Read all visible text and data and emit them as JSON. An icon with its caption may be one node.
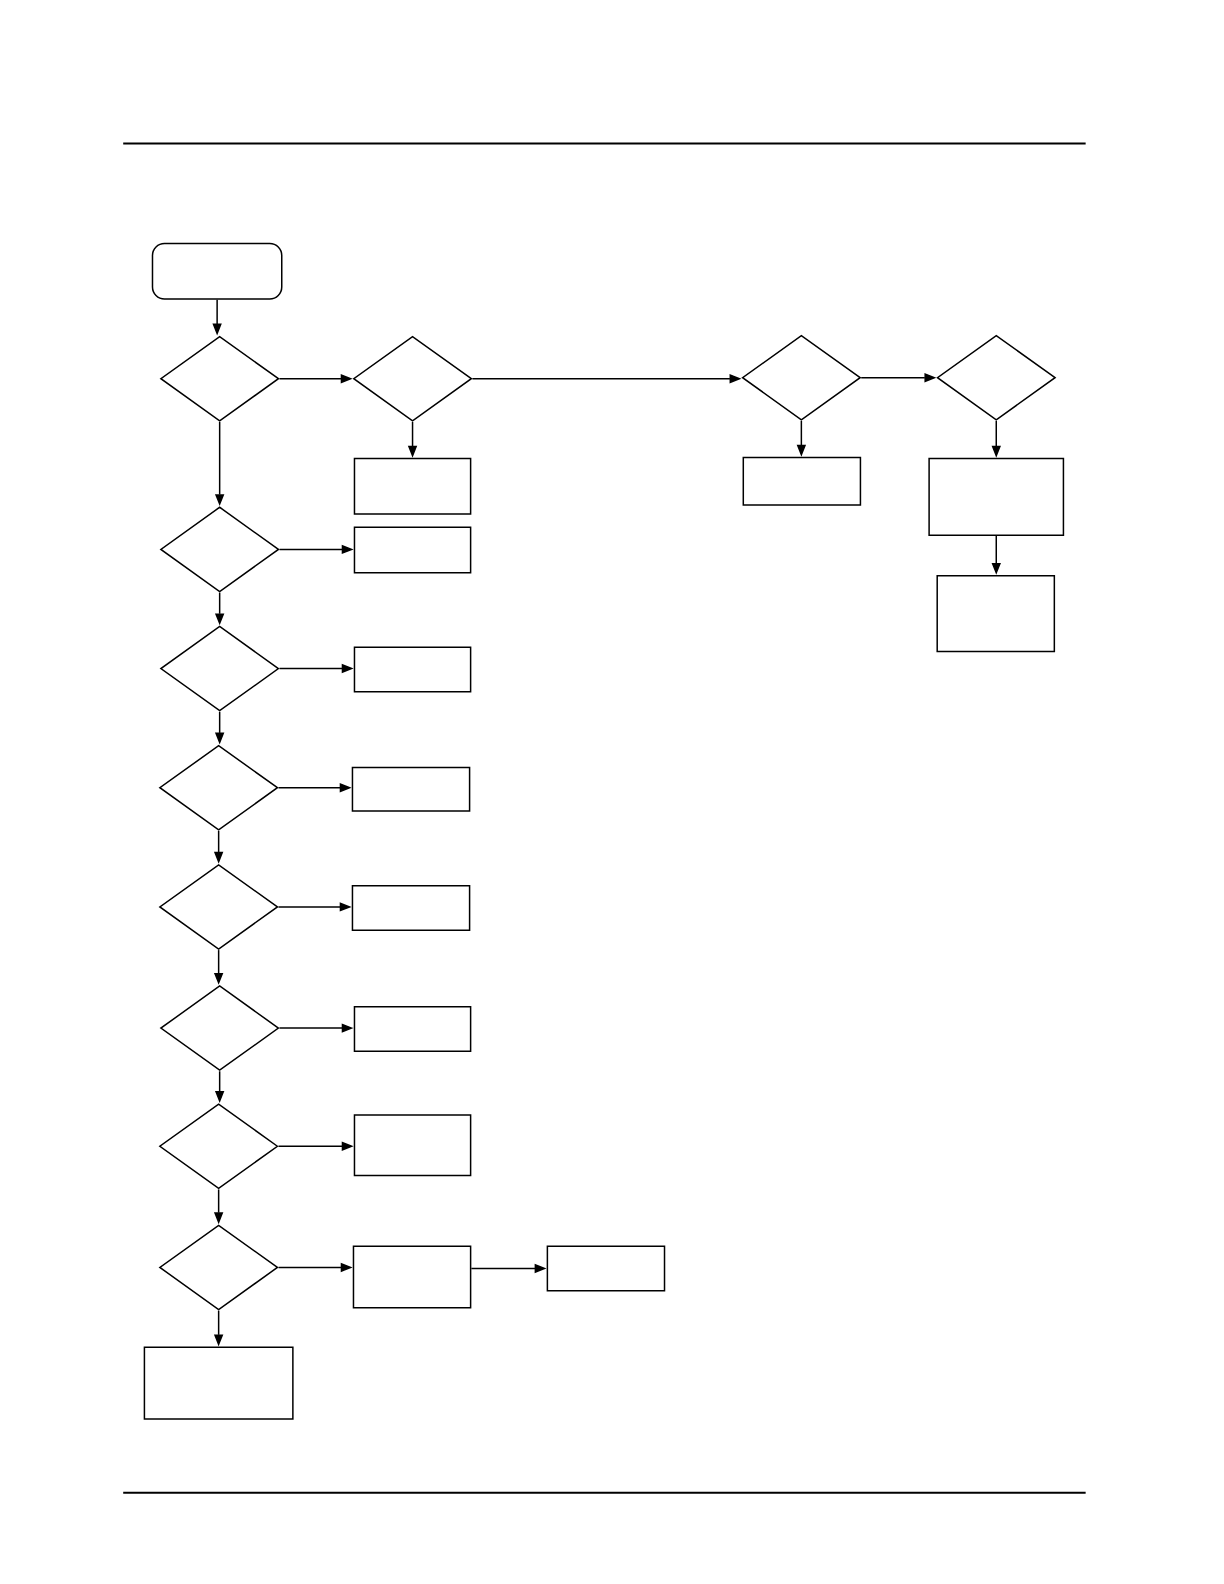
{
  "diagram": {
    "nodes": [
      {
        "text": [],
        "shape": "box"
      },
      {
        "text": [],
        "shape": "diamond"
      },
      {
        "text": [],
        "shape": "diamond"
      },
      {
        "text": [],
        "shape": "diamond"
      },
      {
        "text": [],
        "shape": "diamond"
      },
      {
        "text": [],
        "shape": "box"
      },
      {
        "text": [],
        "shape": "box"
      },
      {
        "text": [],
        "shape": "box"
      },
      {
        "text": [],
        "shape": "diamond"
      },
      {
        "text": [],
        "shape": "box"
      },
      {
        "text": [],
        "shape": "box"
      },
      {
        "text": [],
        "shape": "diamond"
      },
      {
        "text": [],
        "shape": "box"
      },
      {
        "text": [],
        "shape": "diamond"
      },
      {
        "text": [],
        "shape": "box"
      },
      {
        "text": [],
        "shape": "diamond"
      },
      {
        "text": [],
        "shape": "box"
      },
      {
        "text": [],
        "shape": "diamond"
      },
      {
        "text": [],
        "shape": "box"
      },
      {
        "text": [],
        "shape": "diamond"
      },
      {
        "text": [],
        "shape": "box"
      },
      {
        "text": [],
        "shape": "diamond"
      },
      {
        "text": [],
        "shape": "box"
      },
      {
        "text": [],
        "shape": "box"
      },
      {
        "text": [],
        "shape": "box"
      }
    ],
    "edges": [
      {
        "from": 0,
        "to": 1,
        "arrow": "to"
      },
      {
        "from": 1,
        "to": 2,
        "arrow": "to"
      },
      {
        "from": 2,
        "to": 3,
        "arrow": "to"
      },
      {
        "from": 3,
        "to": 4,
        "arrow": "to"
      },
      {
        "from": 2,
        "to": 5,
        "arrow": "to"
      },
      {
        "from": 3,
        "to": 6,
        "arrow": "to"
      },
      {
        "from": 4,
        "to": 7,
        "arrow": "to"
      },
      {
        "from": 7,
        "to": 10,
        "arrow": "to"
      },
      {
        "from": 1,
        "to": 8,
        "arrow": "to"
      },
      {
        "from": 8,
        "to": 9,
        "arrow": "to"
      },
      {
        "from": 8,
        "to": 11,
        "arrow": "to"
      },
      {
        "from": 11,
        "to": 12,
        "arrow": "to"
      },
      {
        "from": 11,
        "to": 13,
        "arrow": "to"
      },
      {
        "from": 13,
        "to": 14,
        "arrow": "to"
      },
      {
        "from": 13,
        "to": 15,
        "arrow": "to"
      },
      {
        "from": 15,
        "to": 16,
        "arrow": "to"
      },
      {
        "from": 15,
        "to": 17,
        "arrow": "to"
      },
      {
        "from": 17,
        "to": 18,
        "arrow": "to"
      },
      {
        "from": 17,
        "to": 19,
        "arrow": "to"
      },
      {
        "from": 19,
        "to": 20,
        "arrow": "to"
      },
      {
        "from": 19,
        "to": 21,
        "arrow": "to"
      },
      {
        "from": 21,
        "to": 22,
        "arrow": "to"
      },
      {
        "from": 22,
        "to": 23,
        "arrow": "to"
      },
      {
        "from": 21,
        "to": 24,
        "arrow": "to"
      }
    ]
  }
}
